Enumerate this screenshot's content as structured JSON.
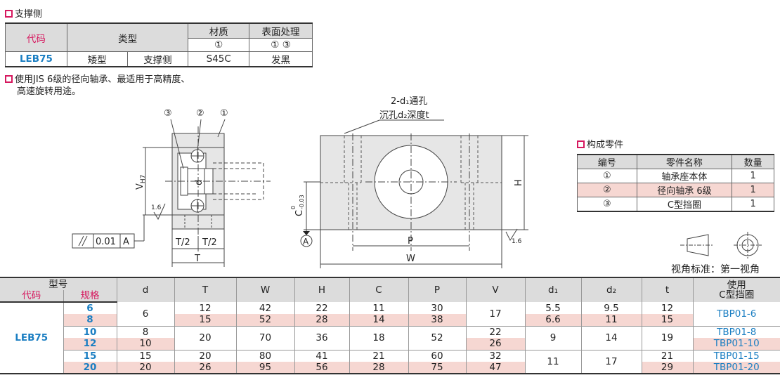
{
  "support_side": {
    "heading": "支撑侧",
    "table": {
      "col_code": "代码",
      "col_type": "类型",
      "col_material": "材质",
      "col_surface": "表面处理",
      "material_marks": "①",
      "surface_marks": "① ③",
      "code": "LEB75",
      "type_a": "矮型",
      "type_b": "支撑侧",
      "material": "S45C",
      "surface": "发黑"
    }
  },
  "note": {
    "line1": "使用JIS 6级的径向轴承、最适用于高精度、",
    "line2": "高速旋转用途。"
  },
  "drawing": {
    "callout_3": "③",
    "callout_2": "②",
    "callout_1": "①",
    "hole_line1": "2-d₁通孔",
    "hole_line2": "沉孔d₂深度t",
    "label_V": "V",
    "label_V_sub": "H7",
    "label_d": "d",
    "label_roughness": "1.6",
    "parallel_value": "0.01",
    "parallel_datum": "A",
    "label_T2a": "T/2",
    "label_T2b": "T/2",
    "label_T": "T",
    "label_C": "C",
    "label_C_sup": "0",
    "label_C_sub": "-0.03",
    "datum_A": "A",
    "label_P": "P",
    "label_W": "W",
    "label_H": "H",
    "label_roughness2": "1.6"
  },
  "parts": {
    "heading": "构成零件",
    "col_no": "编号",
    "col_name": "零件名称",
    "col_qty": "数量",
    "rows": [
      {
        "no": "①",
        "name": "轴承座本体",
        "qty": "1"
      },
      {
        "no": "②",
        "name": "径向轴承 6级",
        "qty": "1"
      },
      {
        "no": "③",
        "name": "C型挡圈",
        "qty": "1"
      }
    ]
  },
  "projection": {
    "label": "视角标准：第一视角"
  },
  "spec_table": {
    "col_model": "型号",
    "col_code": "代码",
    "col_size": "规格",
    "col_d": "d",
    "col_T": "T",
    "col_W": "W",
    "col_H": "H",
    "col_C": "C",
    "col_P": "P",
    "col_V": "V",
    "col_d1": "d₁",
    "col_d2": "d₂",
    "col_t": "t",
    "col_ring1": "使用",
    "col_ring2": "C型挡圈",
    "code": "LEB75",
    "sizes": [
      "6",
      "8",
      "10",
      "12",
      "15",
      "20"
    ],
    "d": {
      "g1": "6",
      "r10": "8",
      "r12": "10",
      "r15": "15",
      "r20": "20"
    },
    "T": {
      "r6": "12",
      "r8": "15",
      "g2": "20",
      "r15": "20",
      "r20": "26"
    },
    "W": {
      "r6": "42",
      "r8": "52",
      "g2": "70",
      "r15": "80",
      "r20": "95"
    },
    "H": {
      "r6": "22",
      "r8": "28",
      "g2": "36",
      "r15": "41",
      "r20": "56"
    },
    "C": {
      "r6": "11",
      "r8": "14",
      "g2": "18",
      "r15": "21",
      "r20": "28"
    },
    "P": {
      "r6": "30",
      "r8": "38",
      "g2": "52",
      "r15": "60",
      "r20": "75"
    },
    "V": {
      "g1": "17",
      "r10": "22",
      "r12": "26",
      "r15": "32",
      "r20": "47"
    },
    "d1": {
      "r6": "5.5",
      "r8": "6.6",
      "g2": "9",
      "g3": "11"
    },
    "d2": {
      "r6": "9.5",
      "r8": "11",
      "g2": "14",
      "g3": "17"
    },
    "t": {
      "r6": "12",
      "r8": "15",
      "g2": "19",
      "r15": "21",
      "r20": "29"
    },
    "ring": {
      "g1": "TBP01-6",
      "r10": "TBP01-8",
      "r12": "TBP01-10",
      "r15": "TBP01-15",
      "r20": "TBP01-20"
    }
  }
}
